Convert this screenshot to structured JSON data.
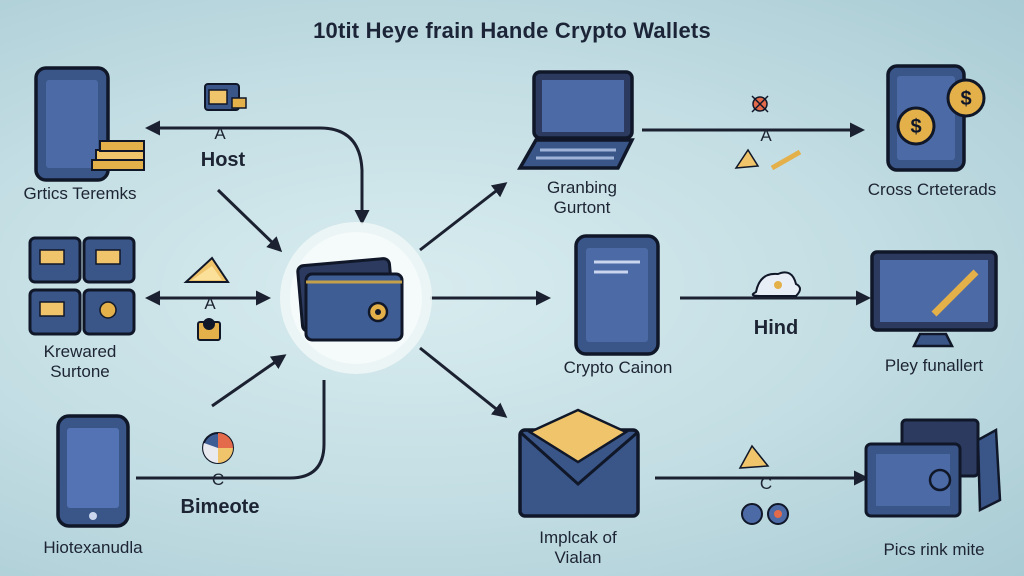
{
  "title": "10tit Heye frain Hande Crypto Wallets",
  "center": {
    "icon": "wallet-icon"
  },
  "left_nodes": [
    {
      "label": "Grtics Teremks",
      "icon": "phone-with-gold-bars-icon"
    },
    {
      "label_line1": "Krewared",
      "label_line2": "Surtone",
      "icon": "app-grid-icon"
    },
    {
      "label": "Hiotexanudla",
      "icon": "smartphone-icon"
    }
  ],
  "left_connectors": [
    {
      "letter": "A",
      "caption": "Host",
      "icon": "folder-key-icon"
    },
    {
      "letter": "A",
      "caption": "",
      "icon": "document-stack-icon"
    },
    {
      "letter": "C",
      "caption": "Bimeote",
      "icon": "pie-chart-icon"
    }
  ],
  "middle_nodes": [
    {
      "label_line1": "Granbing",
      "label_line2": "Gurtont",
      "icon": "laptop-icon"
    },
    {
      "label": "Crypto Cainon",
      "icon": "tablet-icon"
    },
    {
      "label_line1": "Implcak of",
      "label_line2": "Vialan",
      "icon": "envelope-icon"
    }
  ],
  "right_connectors": [
    {
      "letter": "A",
      "caption": "",
      "icon": "bug-icon"
    },
    {
      "letter": "",
      "caption": "Hind",
      "icon": "cloud-icon"
    },
    {
      "letter": "C",
      "caption": "",
      "icon": "coins-icon"
    }
  ],
  "right_nodes": [
    {
      "label": "Cross Crteterads",
      "icon": "tablet-coins-icon"
    },
    {
      "label": "Pley funallert",
      "icon": "monitor-pen-icon"
    },
    {
      "label": "Pics rink mite",
      "icon": "device-cluster-icon"
    }
  ]
}
